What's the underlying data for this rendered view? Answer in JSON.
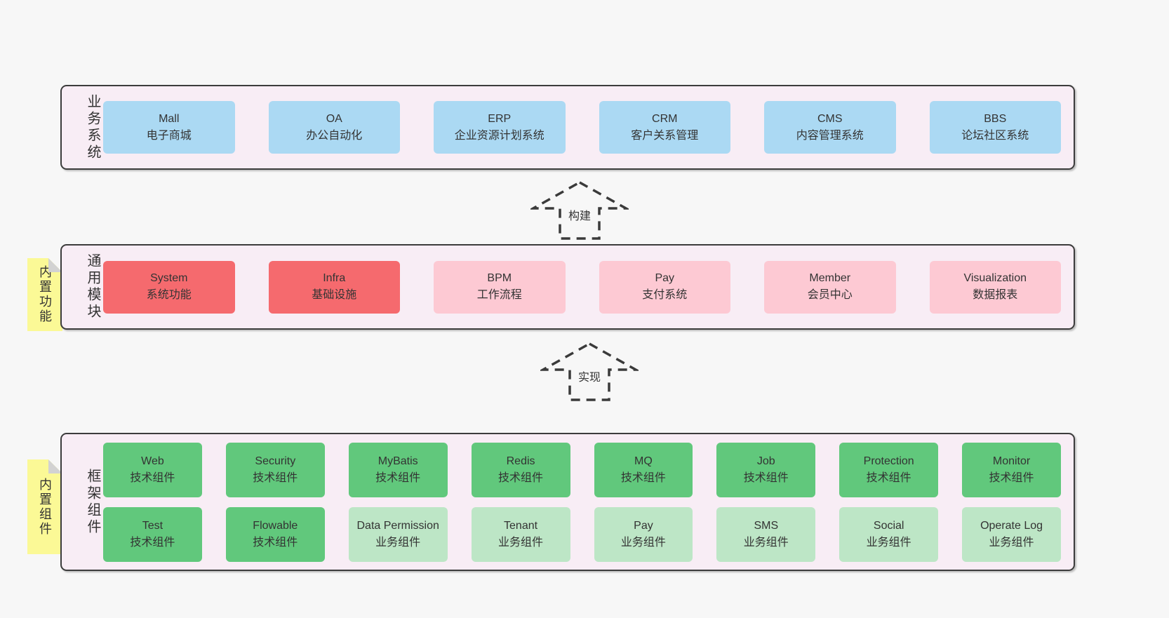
{
  "colors": {
    "page_bg": "#f7f7f7",
    "layer_bg": "#f8edf5",
    "layer_border": "#3c3c3c",
    "blue": "#abd9f3",
    "red": "#f56a6e",
    "pink": "#fdc9d3",
    "green_dark": "#61c87c",
    "green_light": "#bde6c6",
    "sticky_yellow": "#fbf996",
    "sticky_fold": "#d2d2d2",
    "text": "#333333"
  },
  "layers": {
    "business": {
      "label": "业务系统",
      "boxes": [
        {
          "title": "Mall",
          "subtitle": "电子商城"
        },
        {
          "title": "OA",
          "subtitle": "办公自动化"
        },
        {
          "title": "ERP",
          "subtitle": "企业资源计划系统"
        },
        {
          "title": "CRM",
          "subtitle": "客户关系管理"
        },
        {
          "title": "CMS",
          "subtitle": "内容管理系统"
        },
        {
          "title": "BBS",
          "subtitle": "论坛社区系统"
        }
      ]
    },
    "modules": {
      "label": "通用模块",
      "sticky": "内置功能",
      "boxes": [
        {
          "title": "System",
          "subtitle": "系统功能"
        },
        {
          "title": "Infra",
          "subtitle": "基础设施"
        },
        {
          "title": "BPM",
          "subtitle": "工作流程"
        },
        {
          "title": "Pay",
          "subtitle": "支付系统"
        },
        {
          "title": "Member",
          "subtitle": "会员中心"
        },
        {
          "title": "Visualization",
          "subtitle": "数据报表"
        }
      ]
    },
    "components": {
      "label": "框架组件",
      "sticky": "内置组件",
      "row1": [
        {
          "title": "Web",
          "subtitle": "技术组件"
        },
        {
          "title": "Security",
          "subtitle": "技术组件"
        },
        {
          "title": "MyBatis",
          "subtitle": "技术组件"
        },
        {
          "title": "Redis",
          "subtitle": "技术组件"
        },
        {
          "title": "MQ",
          "subtitle": "技术组件"
        },
        {
          "title": "Job",
          "subtitle": "技术组件"
        },
        {
          "title": "Protection",
          "subtitle": "技术组件"
        },
        {
          "title": "Monitor",
          "subtitle": "技术组件"
        }
      ],
      "row2": [
        {
          "title": "Test",
          "subtitle": "技术组件"
        },
        {
          "title": "Flowable",
          "subtitle": "技术组件"
        },
        {
          "title": "Data Permission",
          "subtitle": "业务组件"
        },
        {
          "title": "Tenant",
          "subtitle": "业务组件"
        },
        {
          "title": "Pay",
          "subtitle": "业务组件"
        },
        {
          "title": "SMS",
          "subtitle": "业务组件"
        },
        {
          "title": "Social",
          "subtitle": "业务组件"
        },
        {
          "title": "Operate Log",
          "subtitle": "业务组件"
        }
      ]
    }
  },
  "arrows": {
    "build": "构建",
    "implement": "实现"
  }
}
